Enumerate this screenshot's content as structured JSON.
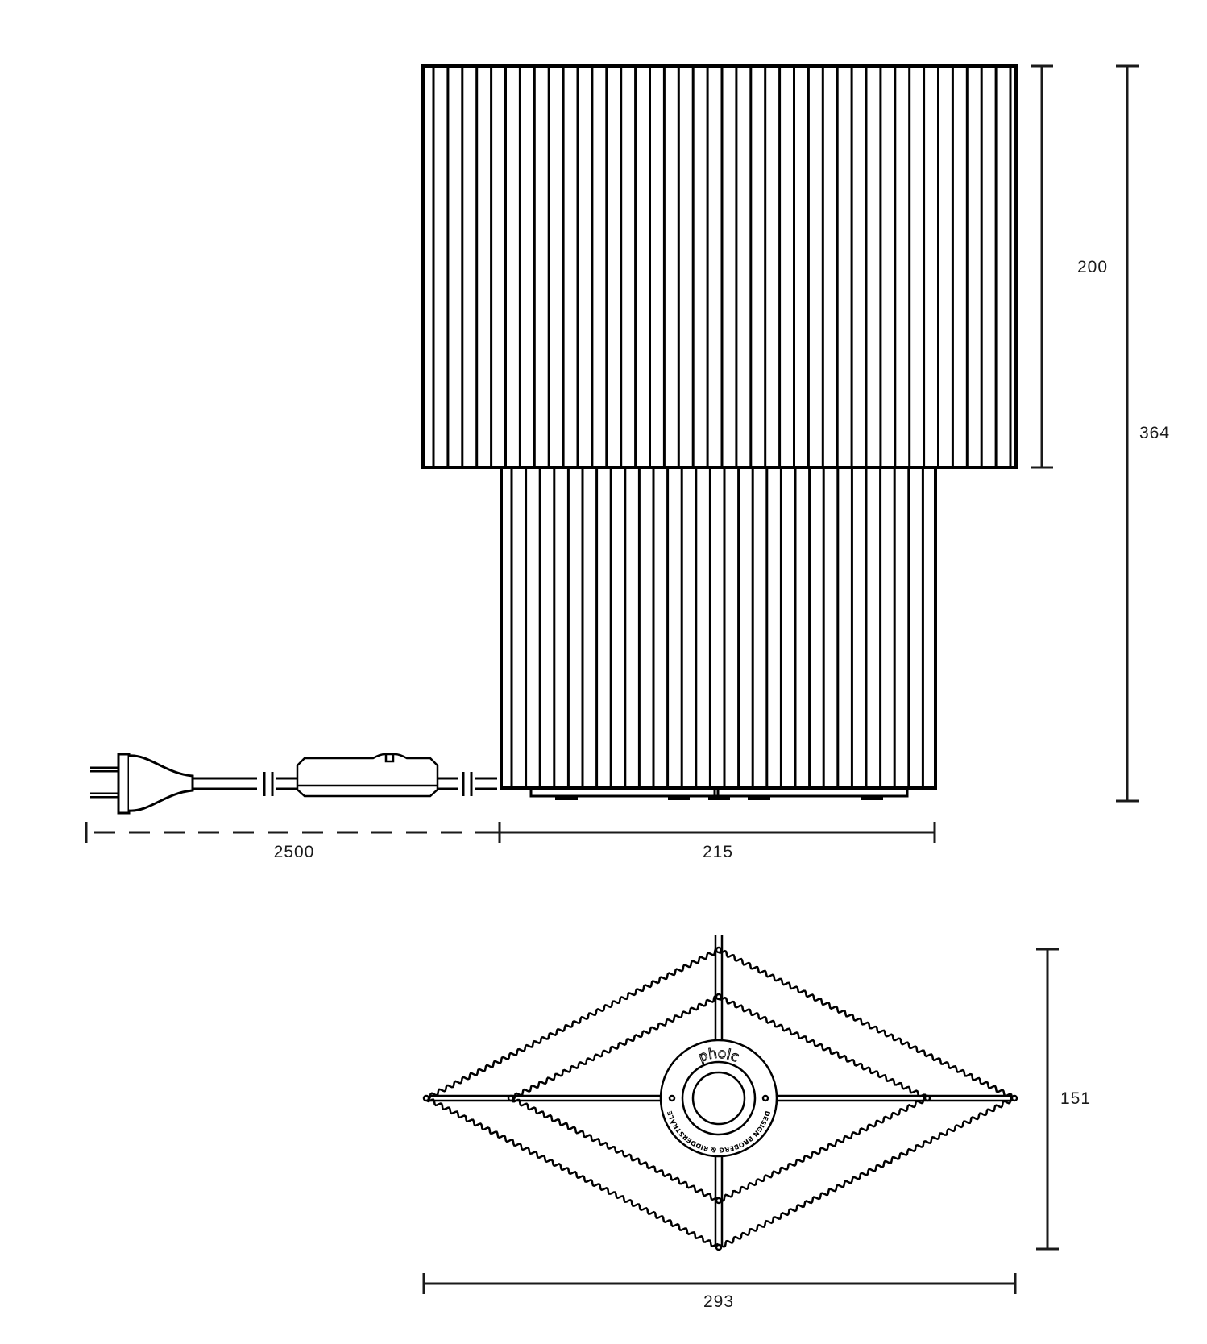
{
  "dimensions": {
    "shade_height": "200",
    "total_height": "364",
    "cord_length": "2500",
    "base_width": "215",
    "top_depth": "151",
    "top_width": "293"
  },
  "logo": {
    "brand": "pholc",
    "credit": "DESIGN BROBERG & RIDDERSTRÅLE"
  },
  "colors": {
    "line": "#000000",
    "dimension": "#1a1a1a"
  }
}
